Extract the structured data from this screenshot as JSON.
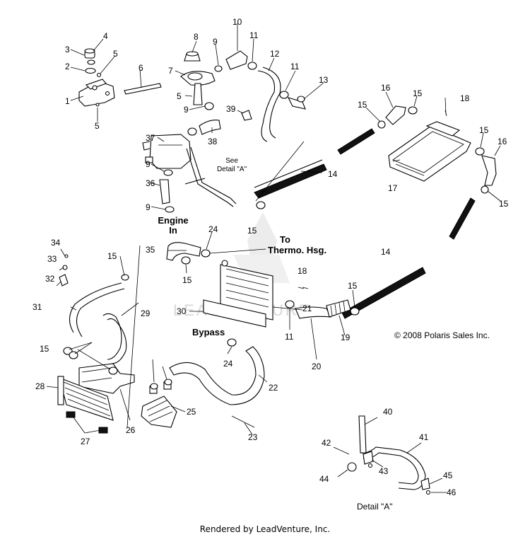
{
  "callouts": [
    "1",
    "2",
    "3",
    "4",
    "5",
    "5",
    "5",
    "6",
    "7",
    "8",
    "9",
    "9",
    "9",
    "9",
    "10",
    "11",
    "11",
    "11",
    "12",
    "13",
    "14",
    "14",
    "15",
    "15",
    "15",
    "15",
    "15",
    "15",
    "15",
    "15",
    "15",
    "16",
    "16",
    "17",
    "18",
    "18",
    "19",
    "20",
    "21",
    "22",
    "23",
    "24",
    "24",
    "25",
    "26",
    "27",
    "28",
    "29",
    "30",
    "31",
    "32",
    "33",
    "34",
    "35",
    "36",
    "37",
    "38",
    "39",
    "40",
    "41",
    "42",
    "43",
    "44",
    "45",
    "46"
  ],
  "labels": {
    "see_detail_line1": "See",
    "see_detail_line2": "Detail \"A\"",
    "engine_in_line1": "Engine",
    "engine_in_line2": "In",
    "to_thermo_line1": "To",
    "to_thermo_line2": "Thermo. Hsg.",
    "bypass": "Bypass",
    "detail_a": "Detail \"A\""
  },
  "copyright": "© 2008 Polaris Sales Inc.",
  "watermark": "LEADVENTURE",
  "footer": "Rendered by LeadVenture, Inc."
}
